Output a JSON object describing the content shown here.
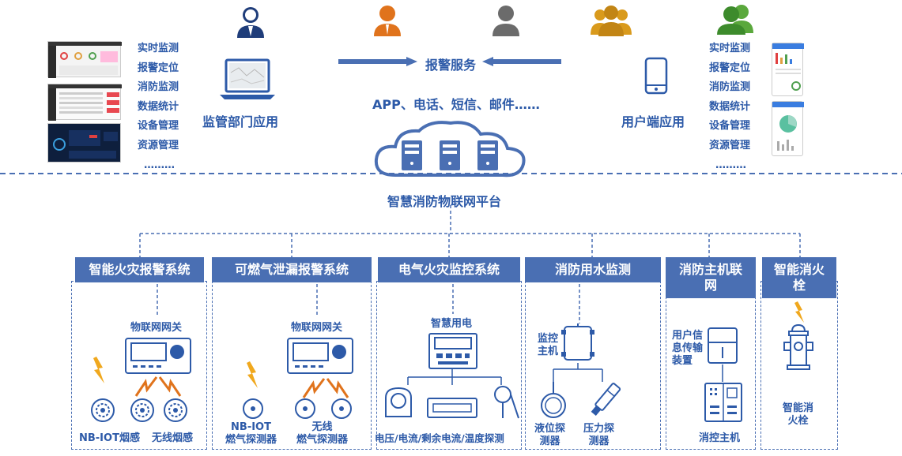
{
  "top": {
    "alarm_service": "报警服务",
    "channels": "APP、电话、短信、邮件……",
    "left_app": "监管部门应用",
    "right_app": "用户端应用",
    "platform": "智慧消防物联网平台"
  },
  "left_menu": [
    "实时监测",
    "报警定位",
    "消防监测",
    "数据统计",
    "设备管理",
    "资源管理",
    "………"
  ],
  "right_menu": [
    "实时监测",
    "报警定位",
    "消防监测",
    "数据统计",
    "设备管理",
    "资源管理",
    "………"
  ],
  "systems": [
    {
      "title": "智能火灾报警系统",
      "gateway": "物联网网关",
      "labels": [
        "NB-IOT烟感",
        "无线烟感"
      ]
    },
    {
      "title": "可燃气泄漏报警系统",
      "gateway": "物联网网关",
      "labels": [
        "NB-IOT\n燃气探测器",
        "无线\n燃气探测器"
      ]
    },
    {
      "title": "电气火灾监控系统",
      "device": "智慧用电",
      "labels": [
        "电压/电流/剩余电流/温度探测"
      ]
    },
    {
      "title": "消防用水监测",
      "device": "监控\n主机",
      "labels": [
        "液位探\n测器",
        "压力探\n测器"
      ]
    },
    {
      "title": "消防主机联\n网",
      "device": "用户信\n息传输\n装置",
      "labels": [
        "消控主机"
      ]
    },
    {
      "title": "智能消火\n栓",
      "labels": [
        "智能消\n火栓"
      ]
    }
  ],
  "colors": {
    "primary": "#4a6fb3",
    "text": "#2d5aa8",
    "accent_orange": "#e0731c",
    "accent_yellow": "#f0a81e",
    "person_gray": "#6b6b6b",
    "person_green": "#3d8b2c",
    "person_gold": "#d99a1c",
    "person_navy": "#1f3d7a"
  }
}
